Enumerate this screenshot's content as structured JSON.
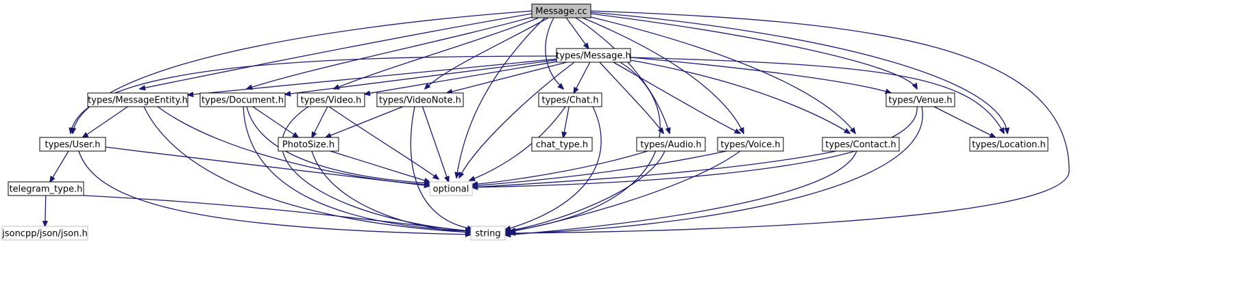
{
  "diagram": {
    "title": "Message.cc include dependency graph",
    "nodes": [
      {
        "id": "message_cc",
        "label": "Message.cc",
        "kind": "root"
      },
      {
        "id": "types_message_h",
        "label": "types/Message.h",
        "kind": "file"
      },
      {
        "id": "types_messageentity_h",
        "label": "types/MessageEntity.h",
        "kind": "file"
      },
      {
        "id": "types_document_h",
        "label": "types/Document.h",
        "kind": "file"
      },
      {
        "id": "types_video_h",
        "label": "types/Video.h",
        "kind": "file"
      },
      {
        "id": "types_videonote_h",
        "label": "types/VideoNote.h",
        "kind": "file"
      },
      {
        "id": "types_chat_h",
        "label": "types/Chat.h",
        "kind": "file"
      },
      {
        "id": "types_venue_h",
        "label": "types/Venue.h",
        "kind": "file"
      },
      {
        "id": "types_user_h",
        "label": "types/User.h",
        "kind": "file"
      },
      {
        "id": "photosize_h",
        "label": "PhotoSize.h",
        "kind": "file"
      },
      {
        "id": "chat_type_h",
        "label": "chat_type.h",
        "kind": "file"
      },
      {
        "id": "types_audio_h",
        "label": "types/Audio.h",
        "kind": "file"
      },
      {
        "id": "types_voice_h",
        "label": "types/Voice.h",
        "kind": "file"
      },
      {
        "id": "types_contact_h",
        "label": "types/Contact.h",
        "kind": "file"
      },
      {
        "id": "types_location_h",
        "label": "types/Location.h",
        "kind": "file"
      },
      {
        "id": "telegram_type_h",
        "label": "telegram_type.h",
        "kind": "file"
      },
      {
        "id": "optional",
        "label": "optional",
        "kind": "external"
      },
      {
        "id": "jsoncpp_json_h",
        "label": "jsoncpp/json/json.h",
        "kind": "external"
      },
      {
        "id": "string",
        "label": "string",
        "kind": "external"
      }
    ],
    "edges": [
      [
        "message_cc",
        "types_message_h"
      ],
      [
        "message_cc",
        "types_messageentity_h"
      ],
      [
        "message_cc",
        "types_document_h"
      ],
      [
        "message_cc",
        "types_video_h"
      ],
      [
        "message_cc",
        "types_videonote_h"
      ],
      [
        "message_cc",
        "types_chat_h"
      ],
      [
        "message_cc",
        "types_user_h"
      ],
      [
        "message_cc",
        "optional"
      ],
      [
        "message_cc",
        "types_audio_h"
      ],
      [
        "message_cc",
        "types_voice_h"
      ],
      [
        "message_cc",
        "types_contact_h"
      ],
      [
        "message_cc",
        "types_venue_h"
      ],
      [
        "message_cc",
        "types_location_h"
      ],
      [
        "message_cc",
        "string"
      ],
      [
        "types_message_h",
        "types_messageentity_h"
      ],
      [
        "types_message_h",
        "types_document_h"
      ],
      [
        "types_message_h",
        "types_video_h"
      ],
      [
        "types_message_h",
        "types_videonote_h"
      ],
      [
        "types_message_h",
        "types_chat_h"
      ],
      [
        "types_message_h",
        "types_user_h"
      ],
      [
        "types_message_h",
        "optional"
      ],
      [
        "types_message_h",
        "types_audio_h"
      ],
      [
        "types_message_h",
        "types_voice_h"
      ],
      [
        "types_message_h",
        "types_contact_h"
      ],
      [
        "types_message_h",
        "types_venue_h"
      ],
      [
        "types_message_h",
        "types_location_h"
      ],
      [
        "types_message_h",
        "string"
      ],
      [
        "types_messageentity_h",
        "types_user_h"
      ],
      [
        "types_messageentity_h",
        "optional"
      ],
      [
        "types_messageentity_h",
        "string"
      ],
      [
        "types_document_h",
        "photosize_h"
      ],
      [
        "types_document_h",
        "optional"
      ],
      [
        "types_document_h",
        "string"
      ],
      [
        "types_video_h",
        "photosize_h"
      ],
      [
        "types_video_h",
        "optional"
      ],
      [
        "types_video_h",
        "string"
      ],
      [
        "types_videonote_h",
        "photosize_h"
      ],
      [
        "types_videonote_h",
        "optional"
      ],
      [
        "types_videonote_h",
        "string"
      ],
      [
        "types_chat_h",
        "chat_type_h"
      ],
      [
        "types_chat_h",
        "optional"
      ],
      [
        "types_chat_h",
        "string"
      ],
      [
        "types_venue_h",
        "types_location_h"
      ],
      [
        "types_venue_h",
        "optional"
      ],
      [
        "types_venue_h",
        "string"
      ],
      [
        "types_user_h",
        "telegram_type_h"
      ],
      [
        "types_user_h",
        "optional"
      ],
      [
        "types_user_h",
        "string"
      ],
      [
        "photosize_h",
        "optional"
      ],
      [
        "photosize_h",
        "string"
      ],
      [
        "types_audio_h",
        "optional"
      ],
      [
        "types_audio_h",
        "string"
      ],
      [
        "types_voice_h",
        "optional"
      ],
      [
        "types_voice_h",
        "string"
      ],
      [
        "types_contact_h",
        "optional"
      ],
      [
        "types_contact_h",
        "string"
      ],
      [
        "telegram_type_h",
        "jsoncpp_json_h"
      ],
      [
        "telegram_type_h",
        "string"
      ]
    ]
  },
  "colors": {
    "edge": "#191970",
    "root_fill": "#bfbfbf",
    "node_border": "#000000",
    "external_border": "#bfbfbf",
    "background": "#ffffff"
  }
}
